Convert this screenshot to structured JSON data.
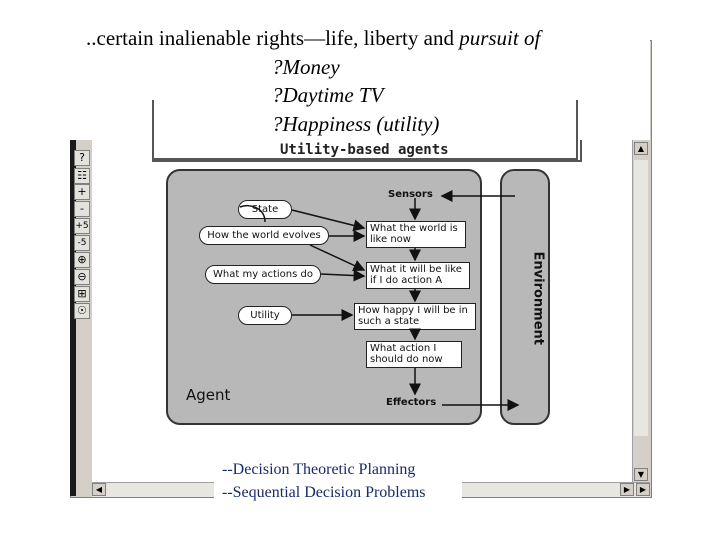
{
  "slide": {
    "heading_prefix": "..certain inalienable rights—life, liberty and ",
    "heading_emph": "pursuit of",
    "items": [
      "?Money",
      "?Daytime TV",
      "?Happiness (utility)"
    ],
    "footer_lines": [
      "--Decision Theoretic Planning",
      "--Sequential Decision Problems"
    ]
  },
  "diagram": {
    "title": "Utility-based agents",
    "agent_label": "Agent",
    "environment_label": "Environment",
    "sensors_label": "Sensors",
    "effectors_label": "Effectors",
    "ovals": {
      "state": "State",
      "evolves": "How the world evolves",
      "actions": "What my actions do",
      "utility": "Utility"
    },
    "boxes": {
      "world_now": "What the world is like now",
      "will_be": "What it will be like if I do action A",
      "happy": "How happy I will be in such a state",
      "action": "What action I should do now"
    }
  },
  "toolbar": {
    "buttons": [
      "?",
      "☷",
      "+",
      "-",
      "+5",
      "-5",
      "⊕",
      "⊖",
      "⊞",
      "☉"
    ]
  },
  "colors": {
    "footer_text": "#1a2a6a",
    "diagram_fill": "#b8b8b8"
  }
}
